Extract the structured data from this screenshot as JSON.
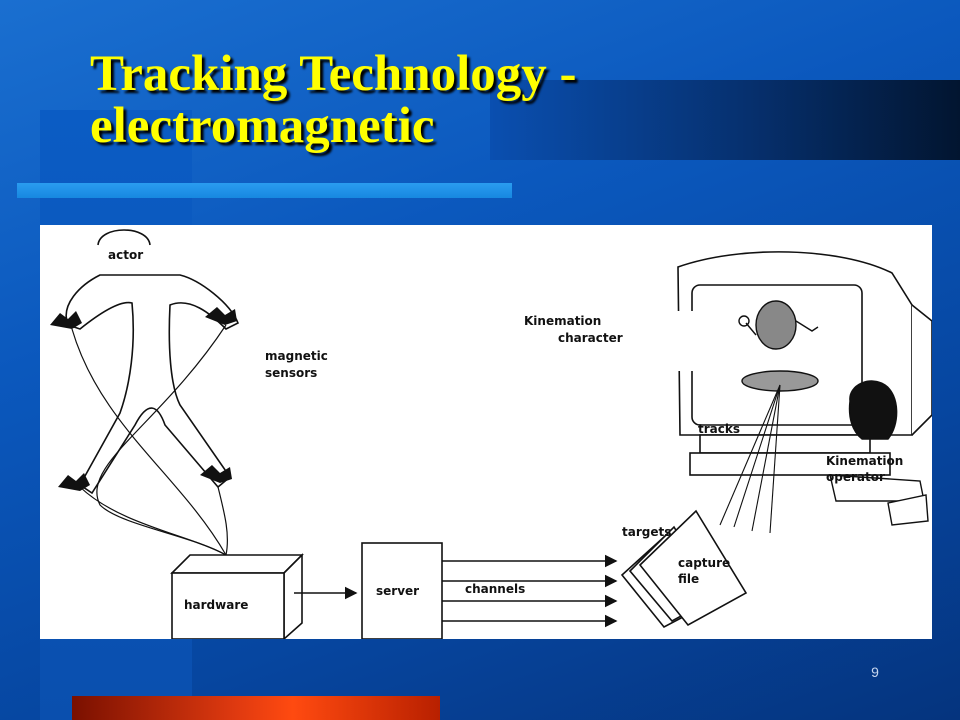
{
  "slide": {
    "title_line1": "Tracking Technology -",
    "title_line2": "electromagnetic",
    "page_number": "9"
  },
  "diagram": {
    "labels": {
      "actor": "actor",
      "magnetic_sensors_line1": "magnetic",
      "magnetic_sensors_line2": "sensors",
      "kinemation_character_line1": "Kinemation",
      "kinemation_character_line2": "character",
      "tracks": "tracks",
      "kinemation_operator_line1": "Kinemation",
      "kinemation_operator_line2": "operator",
      "targets": "targets",
      "capture_file_line1": "capture",
      "capture_file_line2": "file",
      "hardware": "hardware",
      "server": "server",
      "channels": "channels"
    }
  },
  "colors": {
    "title": "#ffff00",
    "background": "#0b58bd",
    "accent_bar": "#1788e0",
    "bottom_bar": "#e03a10"
  }
}
